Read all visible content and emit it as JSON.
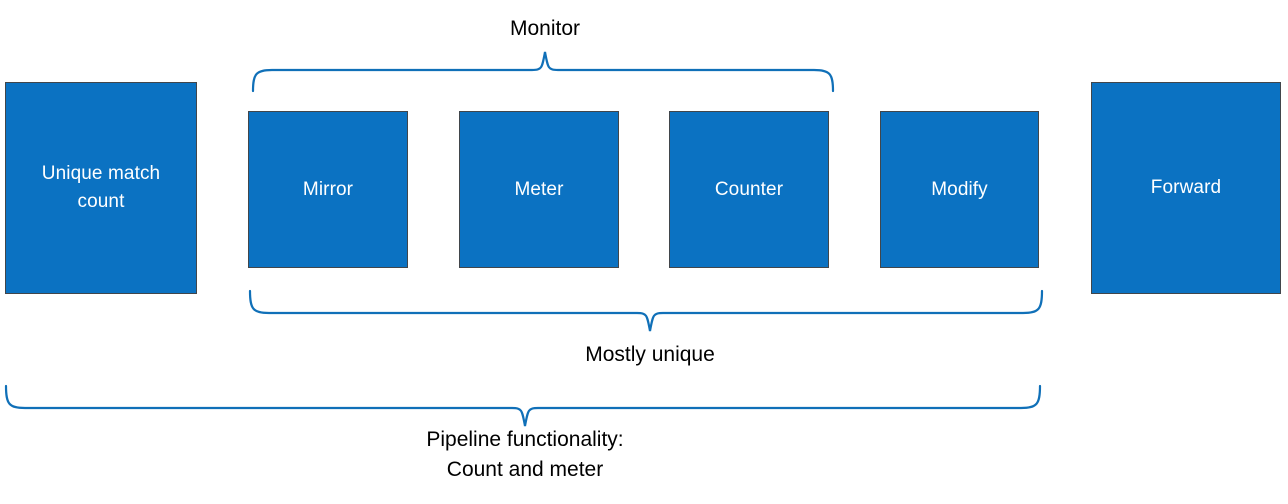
{
  "diagram": {
    "title": "Pipeline functionality: Count and meter",
    "background_color": "#FFFFFF",
    "box_fill_color": "#0B72C2",
    "box_border_color": "#41464B",
    "box_text_color": "#FFFFFF",
    "brace_color": "#1070B8",
    "caption_text_color": "#000000"
  },
  "boxes": [
    {
      "id": "unique-match-count",
      "label": "Unique match\ncount"
    },
    {
      "id": "mirror",
      "label": "Mirror"
    },
    {
      "id": "meter",
      "label": "Meter"
    },
    {
      "id": "counter",
      "label": "Counter"
    },
    {
      "id": "modify",
      "label": "Modify"
    },
    {
      "id": "forward",
      "label": "Forward"
    }
  ],
  "braces": [
    {
      "id": "monitor",
      "label": "Monitor",
      "label_position": "above",
      "spans": [
        "Mirror",
        "Meter",
        "Counter",
        "Modify"
      ]
    },
    {
      "id": "mostly-unique",
      "label": "Mostly unique",
      "label_position": "below",
      "spans": [
        "Mirror",
        "Meter",
        "Counter",
        "Modify"
      ]
    },
    {
      "id": "pipeline-functionality",
      "label": "Pipeline functionality:\nCount and meter",
      "label_position": "below",
      "spans": [
        "Unique match count",
        "Mirror",
        "Meter",
        "Counter",
        "Modify",
        "Forward"
      ]
    }
  ]
}
